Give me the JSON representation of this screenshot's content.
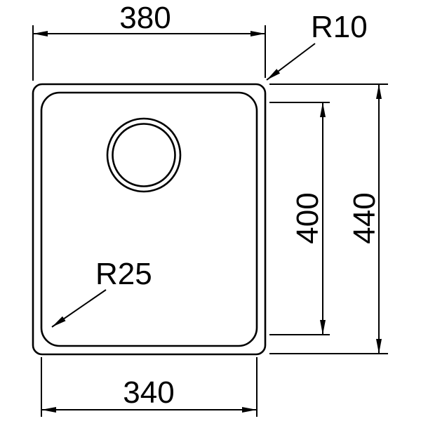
{
  "drawing": {
    "labels": {
      "outer_width": "380",
      "outer_corner_radius": "R10",
      "inner_height": "400",
      "outer_height": "440",
      "inner_corner_radius": "R25",
      "inner_width": "340"
    },
    "colors": {
      "line": "#000000",
      "background": "#ffffff"
    }
  }
}
